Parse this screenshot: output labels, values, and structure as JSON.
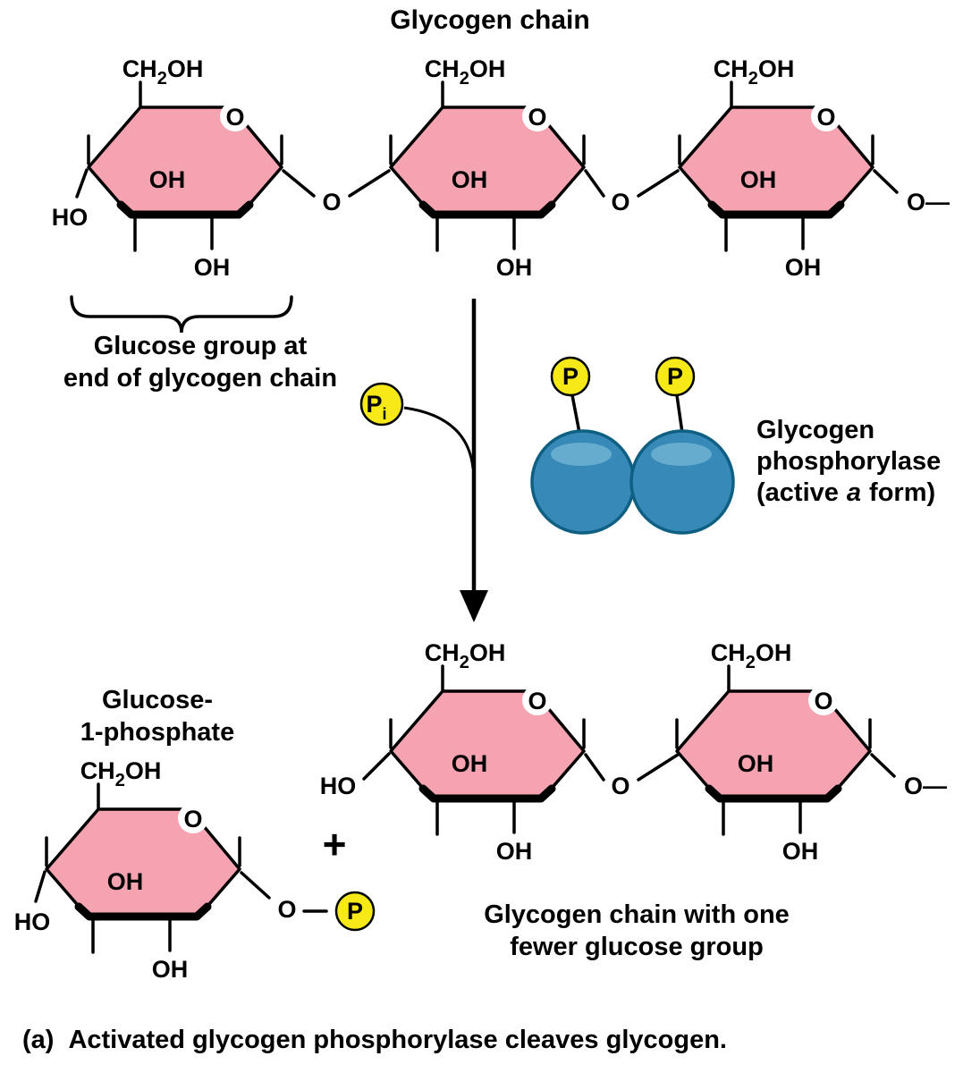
{
  "title": "Glycogen chain",
  "chem": {
    "ch": "CH",
    "sub2": "2",
    "oh_suffix": "OH",
    "oh": "OH",
    "ho": "HO",
    "o": "O",
    "o_dash": "O—",
    "p": "P",
    "p_sub": "i",
    "plus": "+"
  },
  "labels": {
    "glucose_group_line1": "Glucose group at",
    "glucose_group_line2": "end of glycogen chain",
    "g1p_line1": "Glucose-",
    "g1p_line2": "1-phosphate",
    "fewer_line1": "Glycogen chain with one",
    "fewer_line2": "fewer glucose group",
    "enzyme_line1": "Glycogen",
    "enzyme_line2": "phosphorylase",
    "enzyme_line3_pre": "(active",
    "enzyme_line3_italic": "a",
    "enzyme_line3_post": "form)"
  },
  "caption": {
    "label": "(a)",
    "text": "Activated glycogen phosphorylase cleaves glycogen."
  },
  "colors": {
    "ring_fill": "#F5A3B1",
    "yellow": "#F7E917",
    "enzyme_blue": "#3789B7",
    "enzyme_blue_dark": "#0F5F83",
    "enzyme_highlight": "#6CB0D2"
  }
}
